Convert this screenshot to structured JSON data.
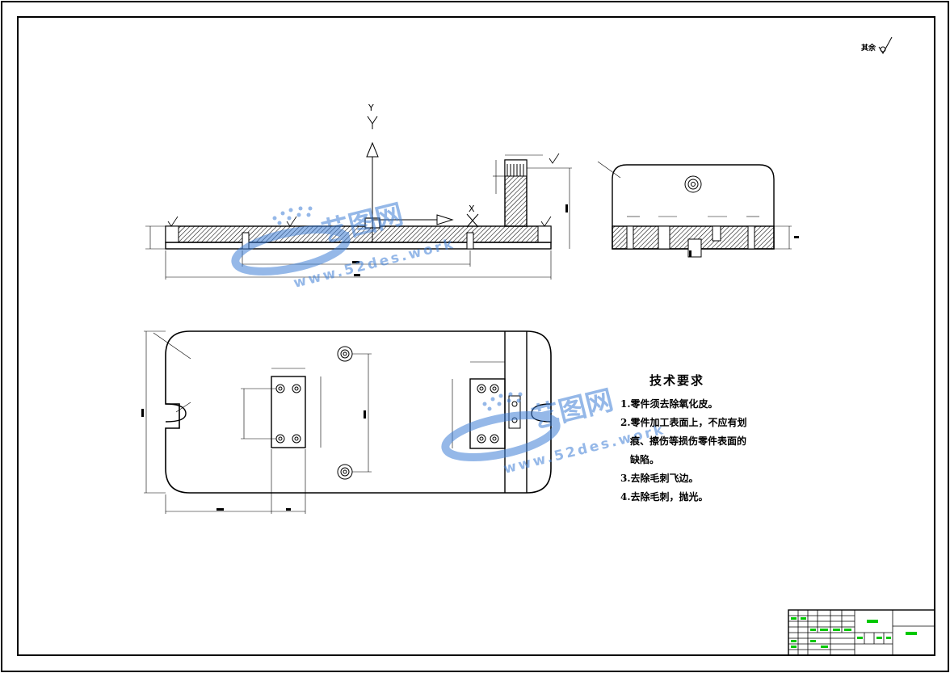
{
  "roughness": {
    "label": "其余"
  },
  "axes": {
    "y_label": "Y",
    "x_label": "X"
  },
  "technical_requirements": {
    "title": "技术要求",
    "items": [
      {
        "line1": "1.零件须去除氧化皮。",
        "line2": "",
        "line3": ""
      },
      {
        "line1": "2.零件加工表面上，不应有划",
        "line2": "痕、擦伤等损伤零件表面的",
        "line3": "缺陷。"
      },
      {
        "line1": "3.去除毛刺飞边。",
        "line2": "",
        "line3": ""
      },
      {
        "line1": "4.去除毛刺，抛光。",
        "line2": "",
        "line3": ""
      }
    ]
  },
  "watermark": {
    "brand": "艺图网",
    "url": "www.52des.work"
  },
  "colors": {
    "line": "#000000",
    "hatch": "#000000",
    "watermark": "#3f7fd6",
    "title_block_green": "#00c800"
  }
}
